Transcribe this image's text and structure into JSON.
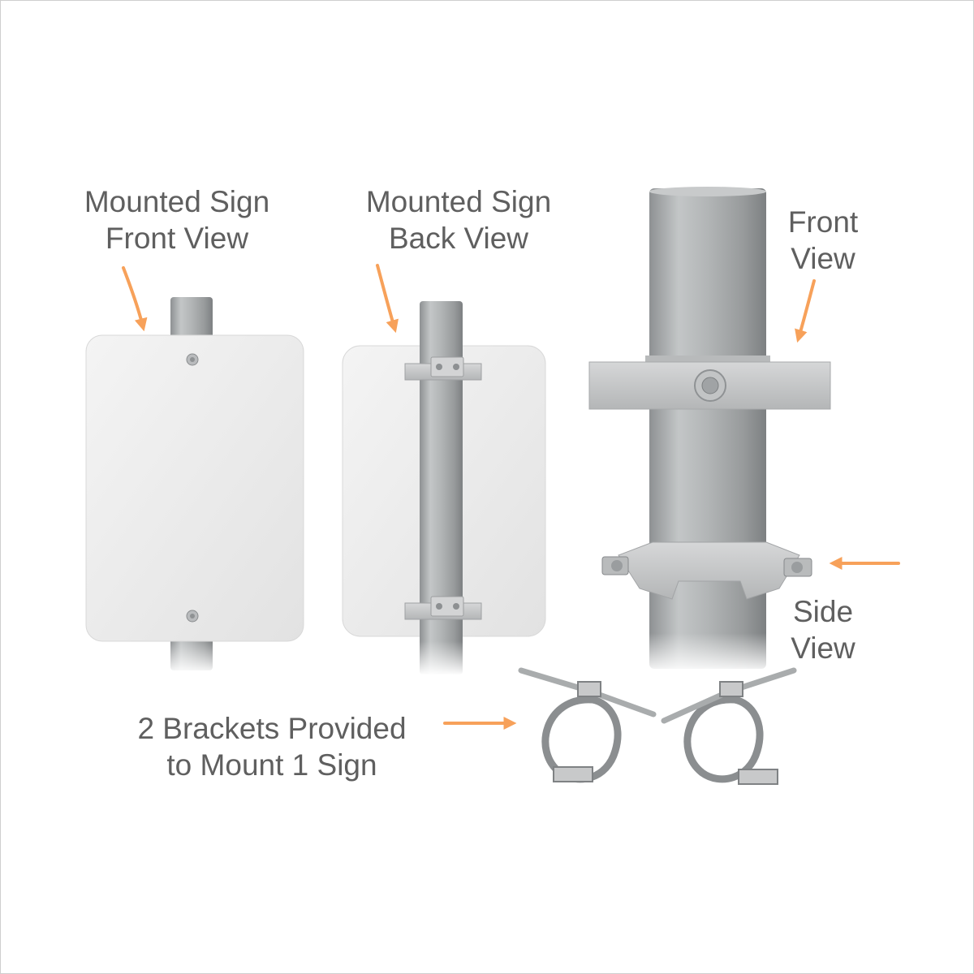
{
  "labels": {
    "front_sign": {
      "line1": "Mounted Sign",
      "line2": "Front View"
    },
    "back_sign": {
      "line1": "Mounted Sign",
      "line2": "Back View"
    },
    "bracket_front": {
      "line1": "Front",
      "line2": "View"
    },
    "bracket_side": {
      "line1": "Side",
      "line2": "View"
    },
    "brackets": {
      "line1": "2 Brackets Provided",
      "line2": "to Mount 1 Sign"
    }
  },
  "colors": {
    "arrow": "#f7a15a",
    "text": "#5f5f5f",
    "sign_face": "#ececec",
    "pole": "#a9acad",
    "bracket": "#c9cacb"
  }
}
